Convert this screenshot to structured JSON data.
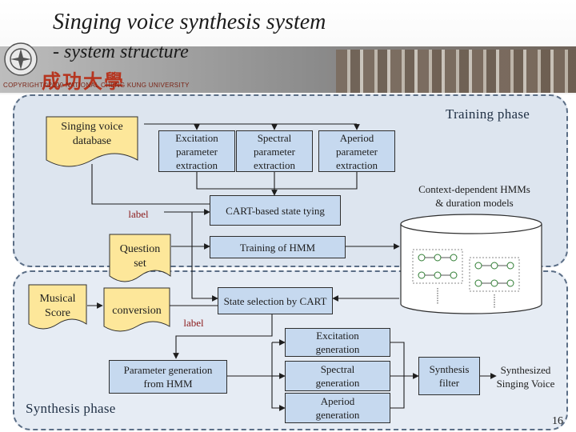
{
  "title": {
    "line1": "Singing voice synthesis system",
    "line2": "- system structure"
  },
  "header": {
    "logo_text": "成功大學",
    "copyright": "COPYRIGHT©2009 NATIONAL CHENG KUNG UNIVERSITY"
  },
  "phases": {
    "training": "Training phase",
    "synthesis": "Synthesis phase"
  },
  "nodes": {
    "singing_voice_database": "Singing voice\ndatabase",
    "excitation_extraction": "Excitation\nparameter\nextraction",
    "spectral_extraction": "Spectral\nparameter\nextraction",
    "aperiod_extraction": "Aperiod\nparameter\nextraction",
    "label_training": "label",
    "cart_state_tying": "CART-based state tying",
    "question_set": "Question\nset",
    "training_of_hmm": "Training of HMM",
    "hmm_models": "Context-dependent HMMs\n& duration models",
    "musical_score": "Musical\nScore",
    "conversion": "conversion",
    "label_synthesis": "label",
    "state_selection": "State selection by CART",
    "parameter_generation": "Parameter generation\nfrom HMM",
    "excitation_generation": "Excitation\ngeneration",
    "spectral_generation": "Spectral\ngeneration",
    "aperiod_generation": "Aperiod\ngeneration",
    "synthesis_filter": "Synthesis\nfilter",
    "synthesized_voice": "Synthesized\nSinging Voice"
  },
  "page_number": "16",
  "colors": {
    "doc_fill": "#fde79a",
    "box_fill": "#c6d9ef",
    "panel_training": "#dde5ef",
    "panel_synthesis": "#e6ecf4",
    "panel_border": "#5b6e86",
    "label_red": "#8b1a1a",
    "db_fill": "#ffffff",
    "hmm_node_green": "#2e7d32"
  }
}
